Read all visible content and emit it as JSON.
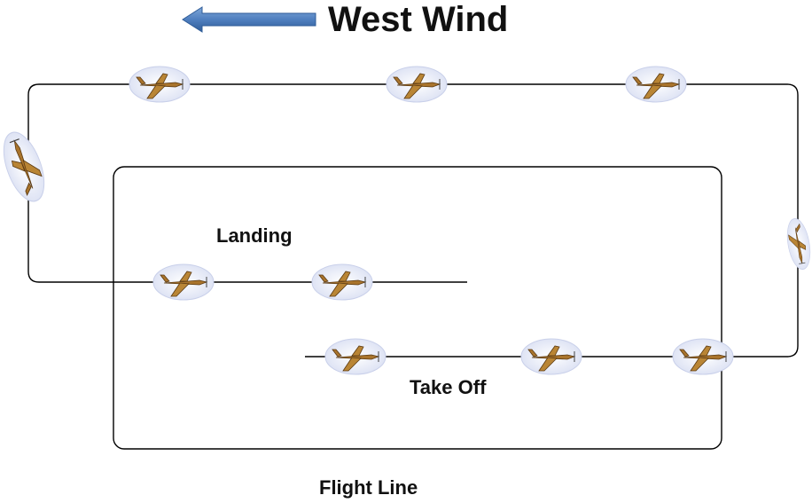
{
  "title": "West Wind",
  "labels": {
    "landing": "Landing",
    "take_off": "Take Off",
    "flight_line": "Flight Line"
  },
  "wind_arrow": {
    "direction": "west",
    "icon": "left-arrow-icon",
    "color": "#4f7fbf"
  },
  "aircraft_icon": "plane-icon",
  "colors": {
    "line": "#000000",
    "plane_body": "#b07a2e",
    "cloud": "#e8ecf8"
  }
}
